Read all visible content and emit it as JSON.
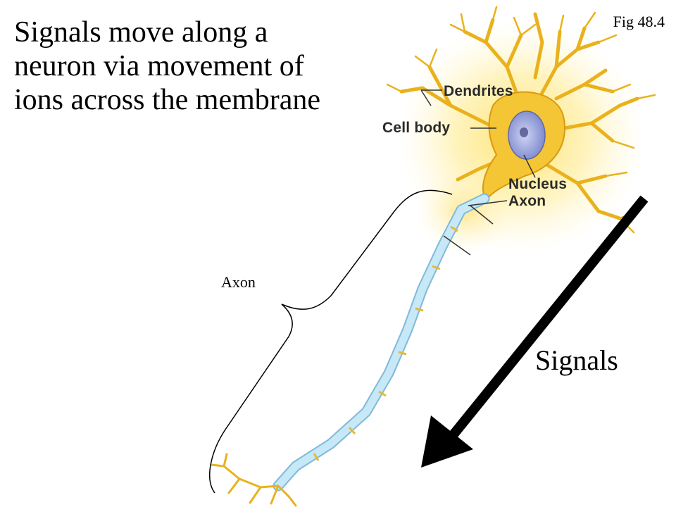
{
  "slide": {
    "title_lines": [
      "Signals move along a",
      "neuron via movement of",
      "ions across the membrane"
    ],
    "figure_ref": "Fig 48.4",
    "brace_label": "Axon",
    "arrow_label": "Signals"
  },
  "neuron_labels": {
    "dendrites": "Dendrites",
    "cell_body": "Cell body",
    "nucleus": "Nucleus",
    "axon": "Axon"
  },
  "colors": {
    "glow": "#ffd54a",
    "neuron": "#f2c230",
    "neuron_outline": "#d99a12",
    "nucleus": "#8c97d6",
    "myelin": "#bfe3f4",
    "myelin_outline": "#7fbad8",
    "arrow": "#000000"
  }
}
